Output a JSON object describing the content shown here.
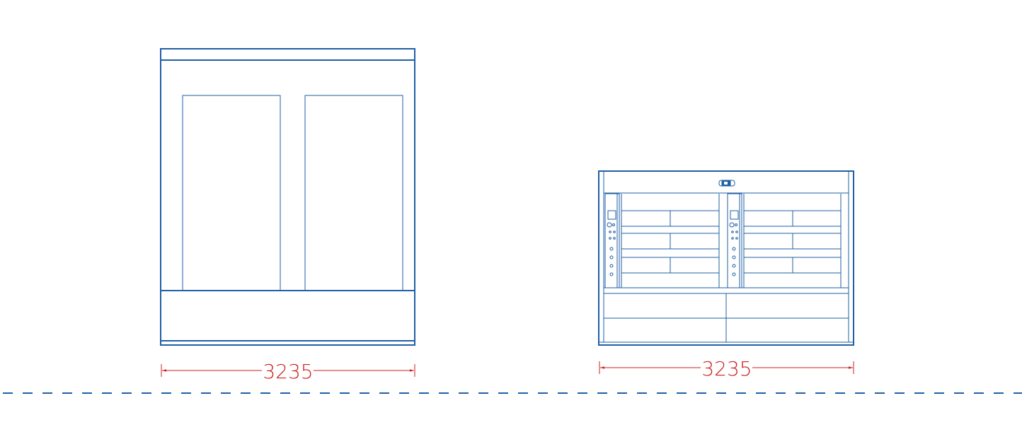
{
  "colors": {
    "line": "#1f5fa6",
    "dimension": "#cc1f1f",
    "background": "#ffffff"
  },
  "views": [
    {
      "name": "side-view",
      "dimension_label": "3235"
    },
    {
      "name": "front-view",
      "dimension_label": "3235"
    }
  ]
}
